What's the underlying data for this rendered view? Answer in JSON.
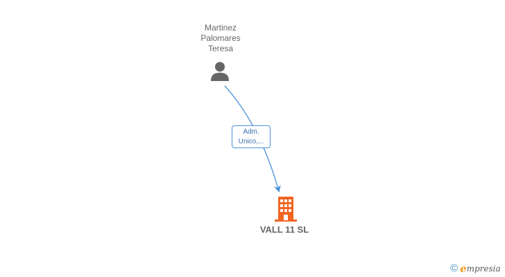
{
  "person": {
    "name_lines": [
      "Martinez",
      "Palomares",
      "Teresa"
    ],
    "icon": "person-icon"
  },
  "relation": {
    "role_lines": [
      "Adm.",
      "Unico,..."
    ]
  },
  "company": {
    "name": "VALL 11 SL",
    "icon": "building-icon"
  },
  "branding": {
    "copyright_symbol": "©",
    "brand_initial": "e",
    "brand_rest": "mpresia"
  },
  "colors": {
    "person_icon": "#666666",
    "edge": "#4a90d9",
    "role_text": "#3a6fb0",
    "company_icon": "#f26522",
    "brand_accent": "#f29a1e"
  }
}
